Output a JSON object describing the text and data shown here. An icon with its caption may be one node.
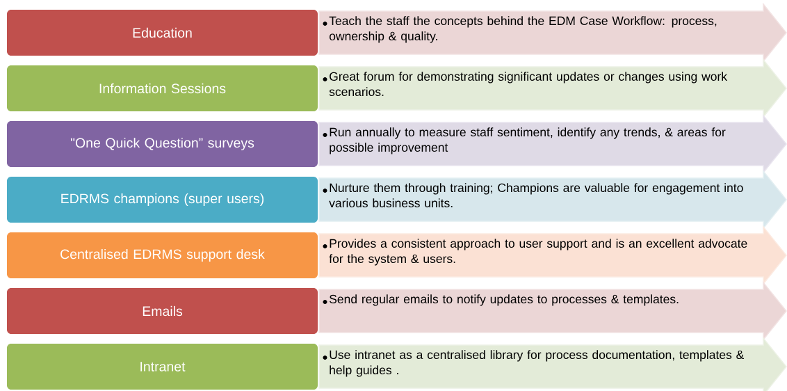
{
  "diagram": {
    "nodes": [
      {
        "text": [
          "Education"
        ]
      },
      {
        "text": [
          "Teach the staff the concepts behind the EDM Case Workflow: process, ownership & quality."
        ]
      },
      {
        "text": [
          "Information Sessions"
        ]
      },
      {
        "text": [
          "Great forum for demonstrating significant updates or changes using  work scenarios."
        ]
      },
      {
        "text": [
          "\"One Quick Question” surveys"
        ]
      },
      {
        "text": [
          "Run annually to measure staff sentiment, identify any trends, & areas for possible improvement"
        ]
      },
      {
        "text": [
          "EDRMS champions (super users)"
        ]
      },
      {
        "text": [
          "Nurture them through training; Champions are valuable for engagement into various  business units."
        ]
      },
      {
        "text": [
          "Centralised EDRMS support desk"
        ]
      },
      {
        "text": [
          "Provides a consistent approach to user support  and is an excellent advocate for the system & users."
        ]
      },
      {
        "text": [
          "Emails"
        ]
      },
      {
        "text": [
          "Send regular emails to notify  updates to processes & templates."
        ]
      },
      {
        "text": [
          "Intranet"
        ]
      },
      {
        "text": [
          "Use intranet as a centralised library for process documentation, templates & help guides ."
        ]
      }
    ]
  }
}
